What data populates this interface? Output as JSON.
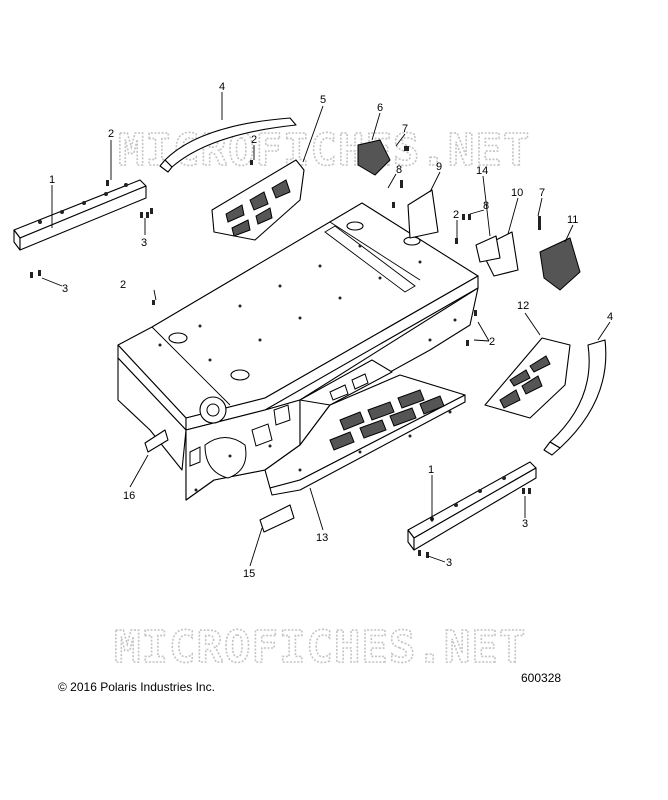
{
  "watermark": {
    "text": "MICROFICHES.NET"
  },
  "callouts": {
    "c1a": "1",
    "c1b": "1",
    "c2a": "2",
    "c2b": "2",
    "c2c": "2",
    "c2d": "2",
    "c2e": "2",
    "c3a": "3",
    "c3b": "3",
    "c3c": "3",
    "c3d": "3",
    "c4a": "4",
    "c4b": "4",
    "c5": "5",
    "c6": "6",
    "c7a": "7",
    "c7b": "7",
    "c8a": "8",
    "c8b": "8",
    "c9": "9",
    "c10": "10",
    "c11": "11",
    "c12": "12",
    "c13": "13",
    "c14": "14",
    "c15": "15",
    "c16": "16"
  },
  "footer": {
    "copyright": "© 2016 Polaris Industries Inc.",
    "figure_number": "600328"
  }
}
